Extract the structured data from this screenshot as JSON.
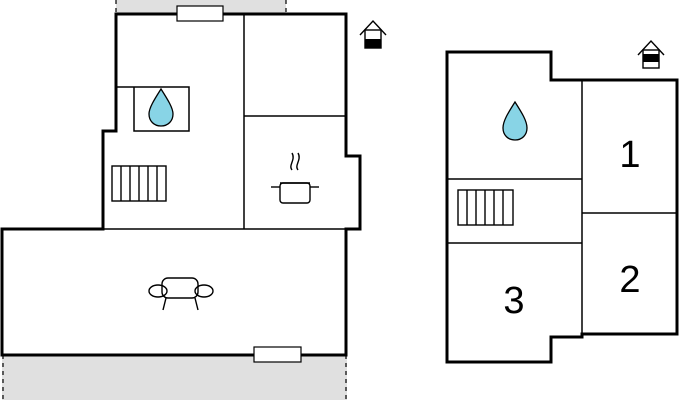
{
  "floors": [
    {
      "rooms": [
        {
          "id": "bathroom",
          "icon": "water-drop-icon"
        },
        {
          "id": "stairs",
          "icon": "staircase-icon"
        },
        {
          "id": "kitchen",
          "icon": "cooking-pot-icon"
        },
        {
          "id": "living-room",
          "icon": "sofa-icon"
        }
      ],
      "level_icon": "house-ground-floor-icon"
    },
    {
      "rooms": [
        {
          "id": "bathroom-upper",
          "icon": "water-drop-icon"
        },
        {
          "id": "stairs-upper",
          "icon": "staircase-icon"
        },
        {
          "id": "bedroom-1",
          "label": "1"
        },
        {
          "id": "bedroom-2",
          "label": "2"
        },
        {
          "id": "bedroom-3",
          "label": "3"
        }
      ],
      "level_icon": "house-upper-floor-icon"
    }
  ],
  "colors": {
    "wall": "#000000",
    "water": "#88d4e6",
    "exterior": "#e0e0e0"
  }
}
